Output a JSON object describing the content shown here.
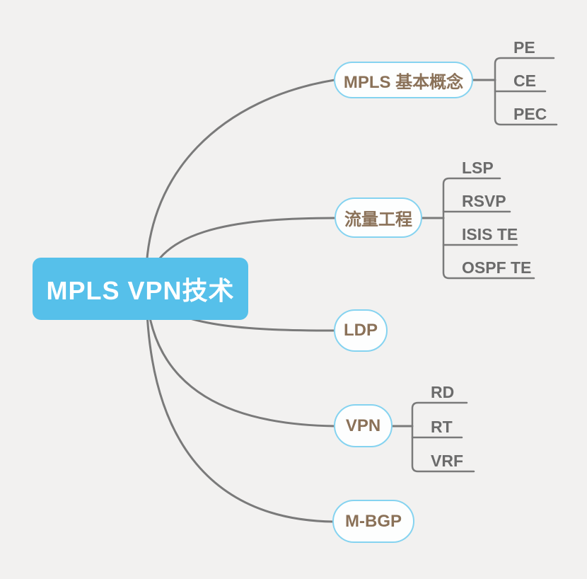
{
  "colors": {
    "background": "#f2f1f0",
    "root_fill": "#56c0ea",
    "root_text": "#ffffff",
    "branch_border": "#85d3f0",
    "branch_fill": "#fdfefe",
    "branch_text": "#8a7158",
    "child_text": "#6b6b6b",
    "connector_line": "#7a7a7a"
  },
  "mindmap": {
    "root": {
      "label": "MPLS VPN技术"
    },
    "branches": [
      {
        "label": "MPLS 基本概念",
        "children": [
          {
            "label": "PE"
          },
          {
            "label": "CE"
          },
          {
            "label": "PEC"
          }
        ]
      },
      {
        "label": "流量工程",
        "children": [
          {
            "label": "LSP"
          },
          {
            "label": "RSVP"
          },
          {
            "label": "ISIS TE"
          },
          {
            "label": "OSPF TE"
          }
        ]
      },
      {
        "label": "LDP",
        "children": []
      },
      {
        "label": "VPN",
        "children": [
          {
            "label": "RD"
          },
          {
            "label": "RT"
          },
          {
            "label": "VRF"
          }
        ]
      },
      {
        "label": "M-BGP",
        "children": []
      }
    ]
  }
}
